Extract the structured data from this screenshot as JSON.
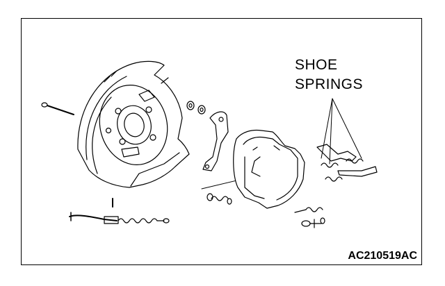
{
  "diagram": {
    "callout": {
      "line1": "SHOE",
      "line2": "SPRINGS"
    },
    "figure_code": "AC210519AC"
  },
  "colors": {
    "ink": "#000000",
    "paper": "#ffffff"
  }
}
